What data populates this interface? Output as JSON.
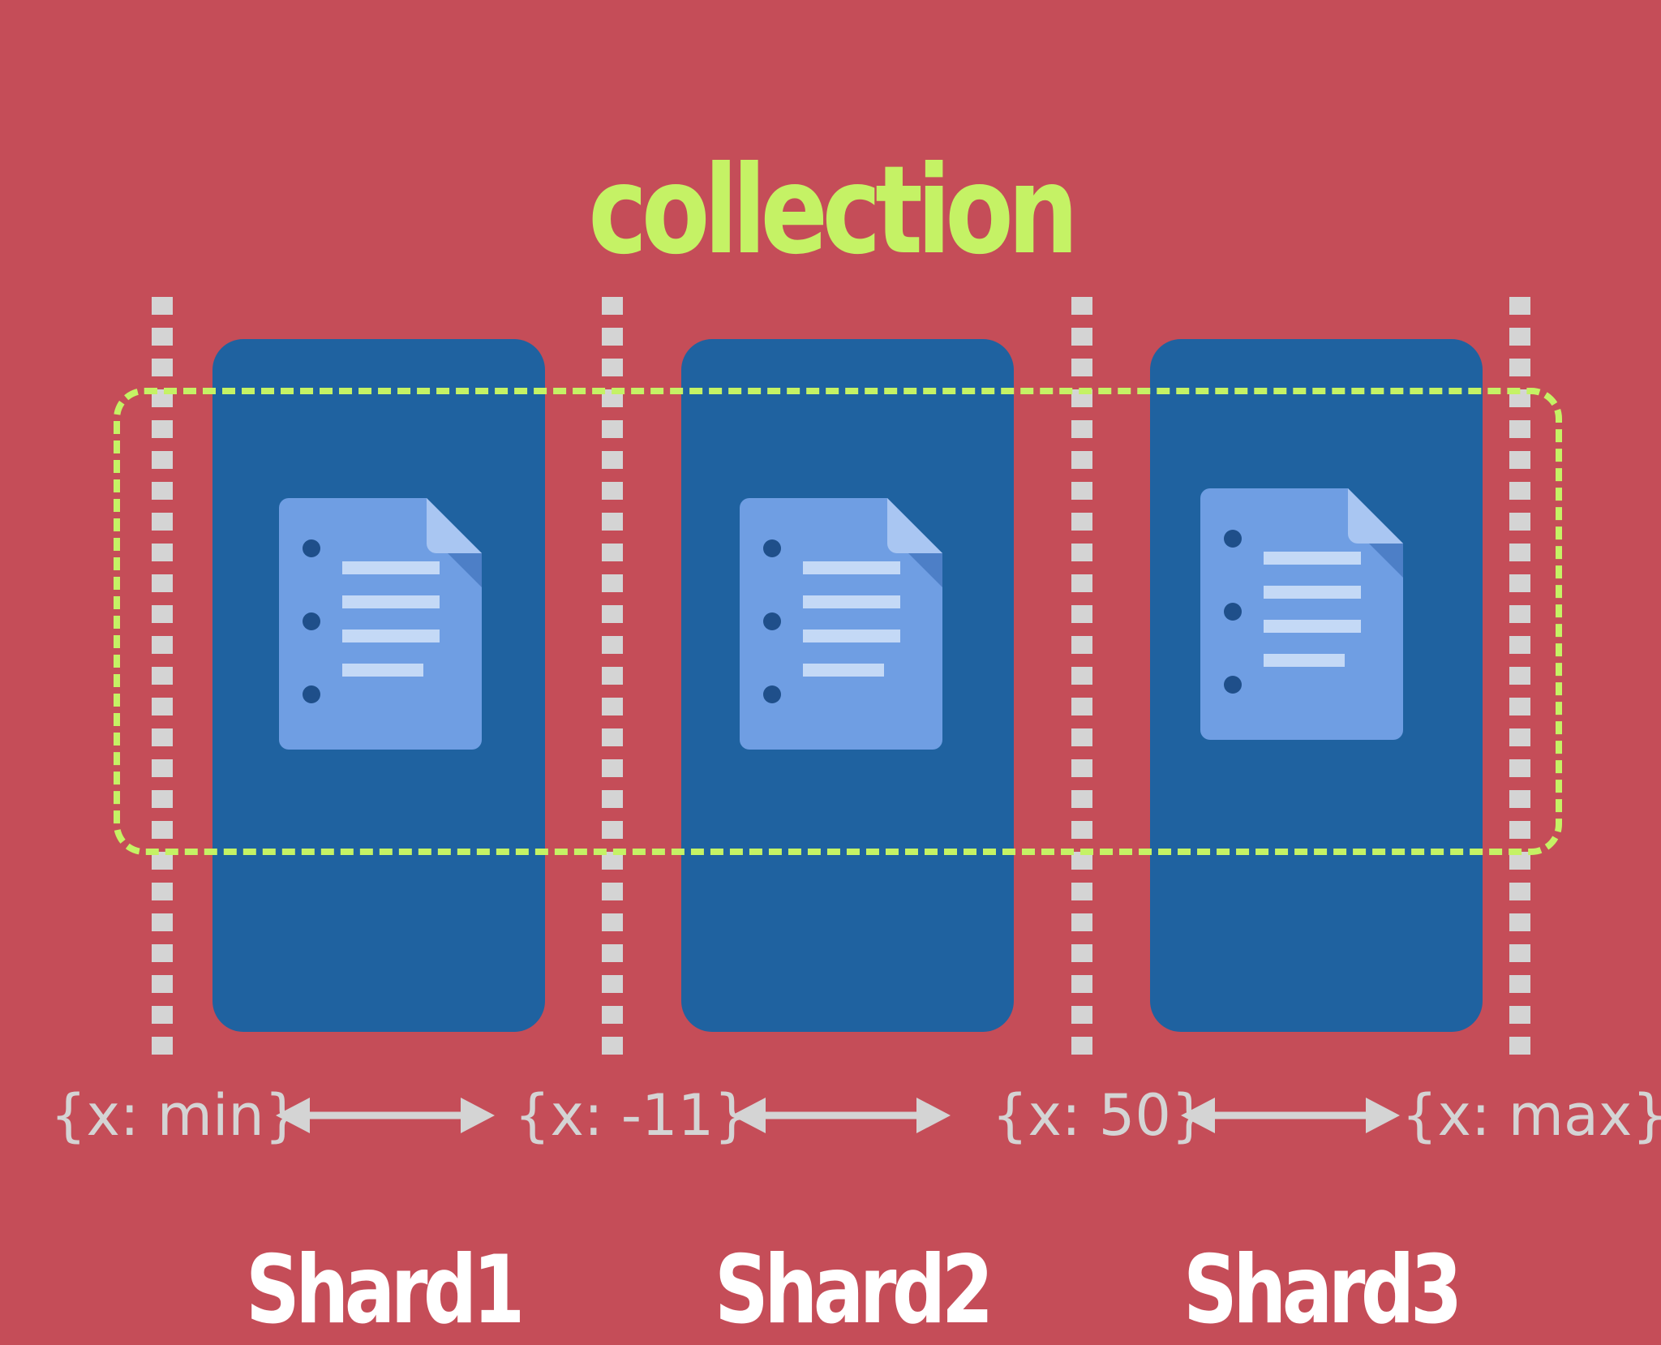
{
  "title": "collection",
  "shards": [
    {
      "label": "Shard1"
    },
    {
      "label": "Shard2"
    },
    {
      "label": "Shard3"
    }
  ],
  "ranges": [
    {
      "label": "{x: min}"
    },
    {
      "label": "{x: -11}"
    },
    {
      "label": "{x: 50}"
    },
    {
      "label": "{x: max}"
    }
  ],
  "colors": {
    "background": "#c54d58",
    "shard": "#1f62a0",
    "accent": "#c5f265",
    "boundary": "#d4d4d4",
    "document": "#6f9ee3"
  },
  "icons": {
    "document": "document-icon",
    "range_arrow": "double-arrow-icon"
  }
}
